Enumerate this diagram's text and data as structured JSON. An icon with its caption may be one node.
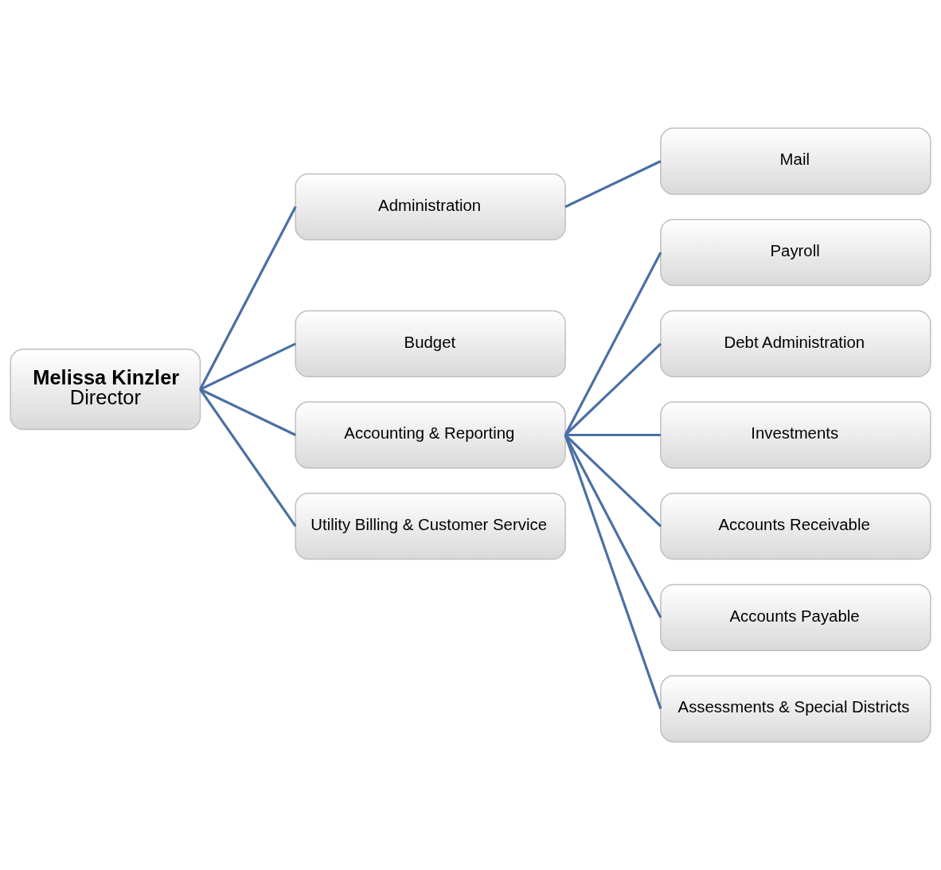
{
  "diagram": {
    "nodes": [
      {
        "text": [
          "Melissa Kinzler",
          "Director"
        ]
      },
      {
        "text": [
          "Administration"
        ]
      },
      {
        "text": [
          "Budget"
        ]
      },
      {
        "text": [
          "Accounting & Reporting"
        ]
      },
      {
        "text": [
          "Utility Billing & Customer Service"
        ]
      },
      {
        "text": [
          "Mail"
        ]
      },
      {
        "text": [
          "Payroll"
        ]
      },
      {
        "text": [
          "Debt Administration"
        ]
      },
      {
        "text": [
          "Investments"
        ]
      },
      {
        "text": [
          "Accounts Receivable"
        ]
      },
      {
        "text": [
          "Accounts Payable"
        ]
      },
      {
        "text": [
          "Assessments & Special Districts"
        ]
      }
    ],
    "edges": [
      {
        "from": 0,
        "to": 1,
        "arrow": "none"
      },
      {
        "from": 0,
        "to": 2,
        "arrow": "none"
      },
      {
        "from": 0,
        "to": 3,
        "arrow": "none"
      },
      {
        "from": 0,
        "to": 4,
        "arrow": "none"
      },
      {
        "from": 1,
        "to": 5,
        "arrow": "none"
      },
      {
        "from": 3,
        "to": 6,
        "arrow": "none"
      },
      {
        "from": 3,
        "to": 7,
        "arrow": "none"
      },
      {
        "from": 3,
        "to": 8,
        "arrow": "none"
      },
      {
        "from": 3,
        "to": 9,
        "arrow": "none"
      },
      {
        "from": 3,
        "to": 10,
        "arrow": "none"
      },
      {
        "from": 3,
        "to": 11,
        "arrow": "none"
      }
    ]
  }
}
